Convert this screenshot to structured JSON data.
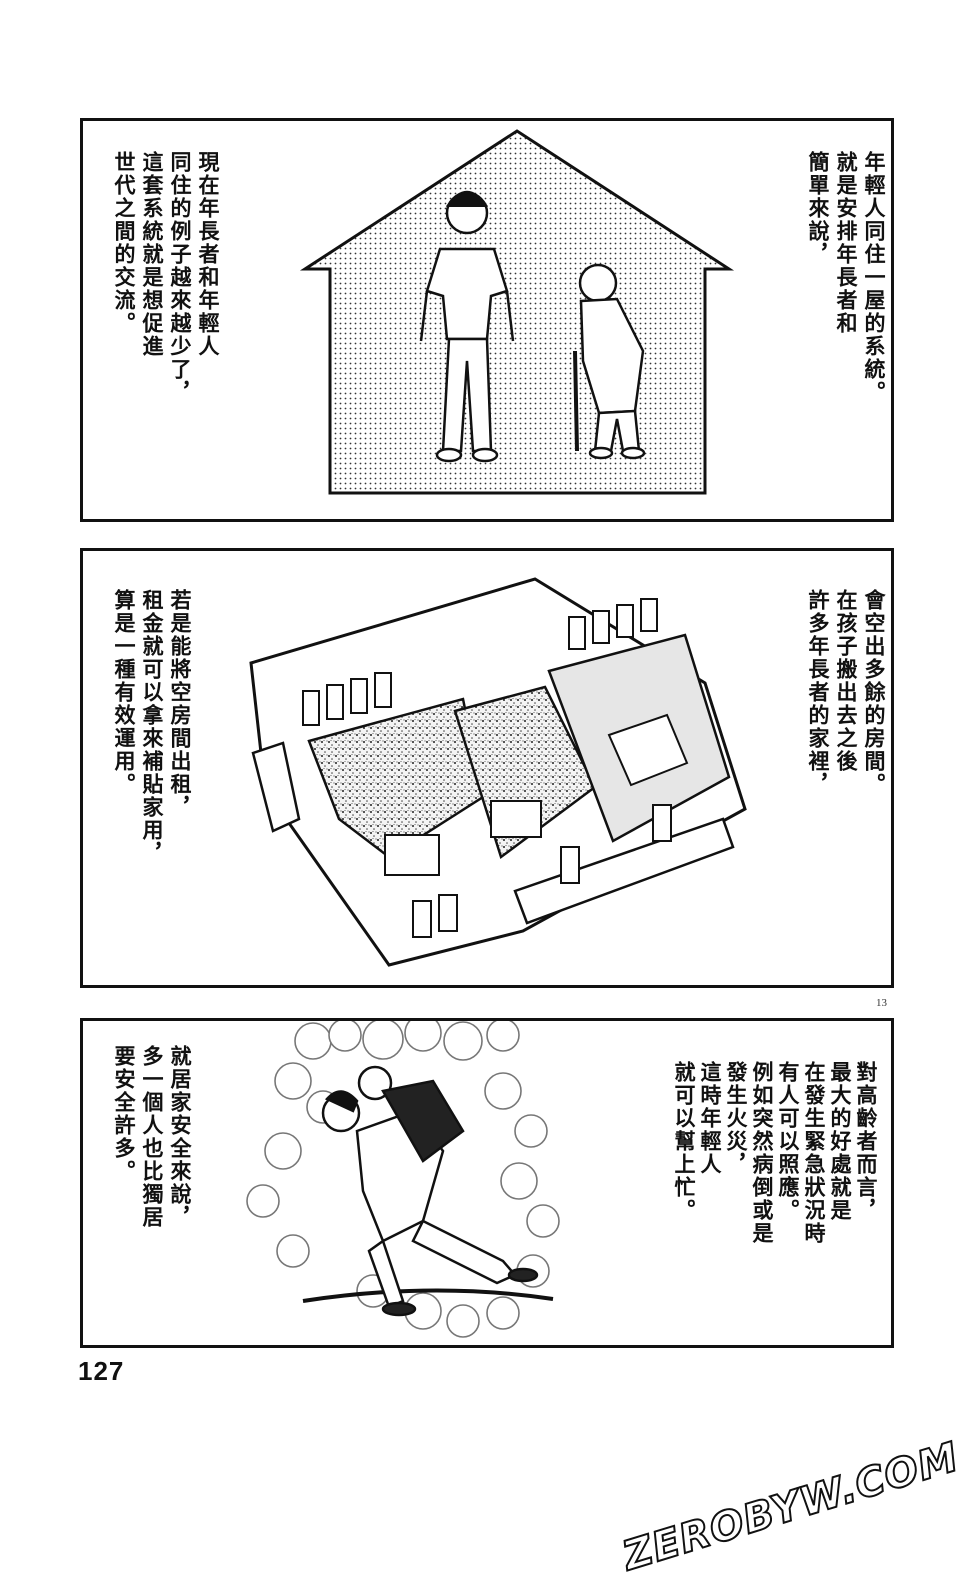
{
  "page": {
    "number": "127",
    "panel_index": "13"
  },
  "watermark": {
    "text": "ZEROBYW.COM"
  },
  "panel1": {
    "right_text": [
      "簡單來說，",
      "就是安排年長者和",
      "年輕人同住一屋的系統。"
    ],
    "left_text": [
      "現在年長者和年輕人",
      "同住的例子越來越少了，",
      "這套系統就是想促進",
      "世代之間的交流。"
    ]
  },
  "panel2": {
    "right_text": [
      "許多年長者的家裡，",
      "在孩子搬出去之後",
      "會空出多餘的房間。"
    ],
    "left_text": [
      "若是能將空房間出租，",
      "租金就可以拿來補貼家用，",
      "算是一種有效運用。"
    ]
  },
  "panel3": {
    "right_text": [
      "對高齡者而言，",
      "最大的好處就是",
      "在發生緊急狀況時",
      "有人可以照應。",
      "例如突然病倒或是",
      "發生火災，",
      "這時年輕人",
      "就可以幫上忙。"
    ],
    "left_text": [
      "就居家安全來說，",
      "多一個人也比獨居",
      "要安全許多。"
    ]
  }
}
